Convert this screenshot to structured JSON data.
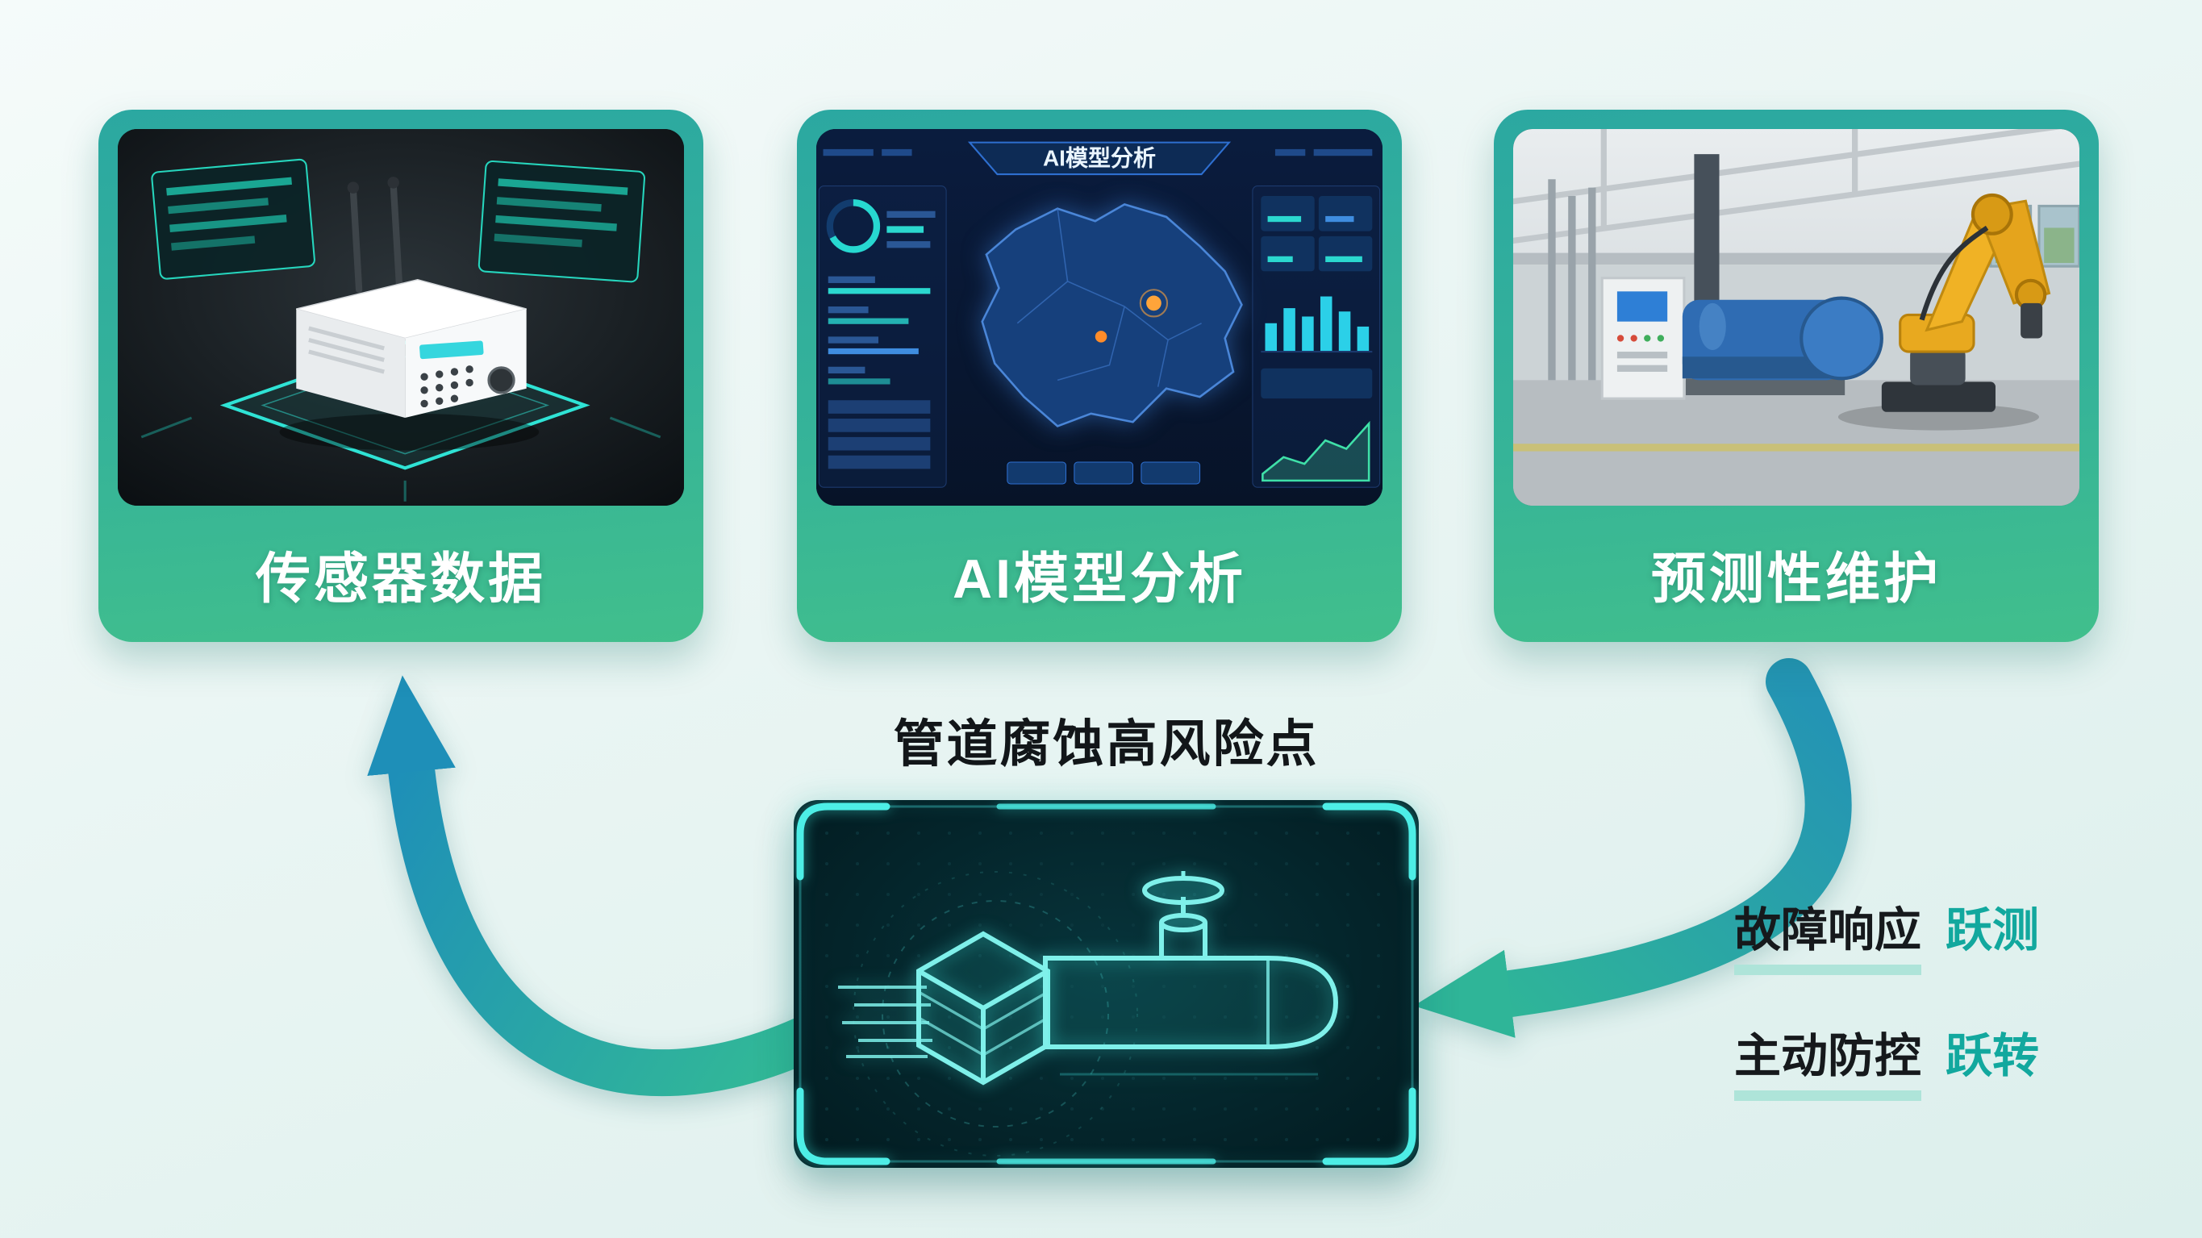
{
  "cards": [
    {
      "label": "传感器数据"
    },
    {
      "label": "AI模型分析"
    },
    {
      "label": "预测性维护"
    }
  ],
  "dashboard": {
    "title": "AI模型分析"
  },
  "pipeline": {
    "title": "管道腐蚀高风险点"
  },
  "annotations": [
    {
      "label": "故障响应",
      "value": "跃测"
    },
    {
      "label": "主动防控",
      "value": "跃转"
    }
  ],
  "colors": {
    "card_gradient_top": "#2ba8a1",
    "card_gradient_bottom": "#41bf8c",
    "accent_teal": "#12a89e",
    "panel_glow": "#4deee6",
    "arrow_blue": "#1e8fb8",
    "arrow_green": "#2fb598",
    "alert_orange": "#ffa43a"
  }
}
